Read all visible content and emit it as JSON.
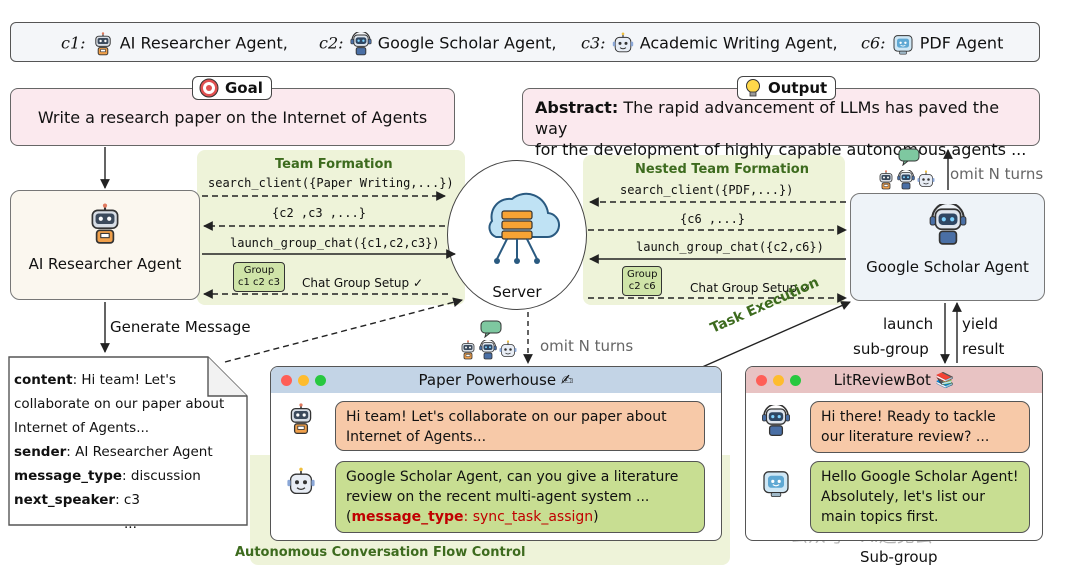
{
  "legend": {
    "items": [
      {
        "c": "c1:",
        "label": "AI Researcher Agent,"
      },
      {
        "c": "c2:",
        "label": "Google Scholar Agent,"
      },
      {
        "c": "c3:",
        "label": "Academic Writing Agent,"
      },
      {
        "c": "c6:",
        "label": "PDF Agent"
      }
    ]
  },
  "goal": {
    "tag": "Goal",
    "text": "Write a research paper on the Internet of Agents"
  },
  "output": {
    "tag": "Output",
    "abstract_label": "Abstract:",
    "text1": " The rapid advancement of LLMs has paved the way",
    "text2": "for the development of highly capable autonomous agents ..."
  },
  "left_agent": {
    "name": "AI Researcher Agent"
  },
  "right_agent": {
    "name": "Google Scholar Agent"
  },
  "server": {
    "label": "Server"
  },
  "team_formation": {
    "title": "Team Formation",
    "search": "search_client({Paper Writing,...})",
    "return": "{c2  ,c3  ,...}",
    "launch": "launch_group_chat({c1,c2,c3})",
    "group_label": "Group",
    "group_members": "c1 c2 c3",
    "setup": "Chat Group Setup ✓"
  },
  "nested_team_formation": {
    "title": "Nested Team Formation",
    "search": "search_client({PDF,...})",
    "return": "{c6  ,...}",
    "launch": "launch_group_chat({c2,c6})",
    "group_label": "Group",
    "group_members": "c2 c6",
    "setup": "Chat Group Setup ✓"
  },
  "labels": {
    "omit_top": "omit N turns",
    "omit_mid": "omit N turns",
    "generate": "Generate Message",
    "task_exec": "Task Execution",
    "launch": "launch",
    "subgroup": "sub-group",
    "yield": "yield",
    "result": "result",
    "flow": "Autonomous Conversation Flow Control",
    "subgroup_caption": "Sub-group",
    "watermark": "公众号 · AI遇见云"
  },
  "message": {
    "content_key": "content",
    "content_val": ": Hi team! Let's",
    "line2": "collaborate on our paper about",
    "line3": "Internet of Agents...",
    "sender_key": "sender",
    "sender_val": ": AI Researcher Agent",
    "type_key": "message_type",
    "type_val": ": discussion",
    "next_key": "next_speaker",
    "next_val": ": c3",
    "ellipsis": "..."
  },
  "paper_window": {
    "title": "Paper Powerhouse ✍",
    "msg1": "Hi team! Let's collaborate on our paper about Internet of Agents...",
    "msg2": "Google Scholar Agent, can you give a literature review on the recent multi-agent system ...",
    "msg2_paren_open": "(",
    "msg2_key": "message_type",
    "msg2_val": ": sync_task_assign",
    "msg2_paren_close": ")"
  },
  "lit_window": {
    "title": "LitReviewBot 📚",
    "msg1": "Hi there! Ready to tackle our literature review? ...",
    "msg2": "Hello Google Scholar Agent! Absolutely, let's list our main topics first."
  },
  "colors": {
    "green_panel": "#eef3d9",
    "pink": "#fbe9ee",
    "orange": "#f7c9a8",
    "green": "#c8de92",
    "red_text": "#c00000"
  }
}
